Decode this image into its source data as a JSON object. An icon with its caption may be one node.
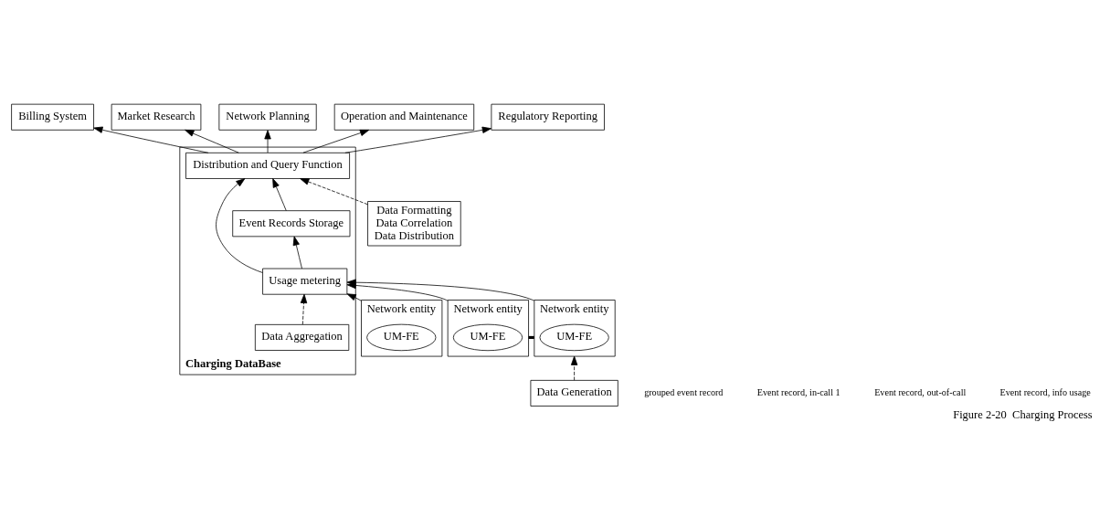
{
  "diagram": {
    "caption": "Figure 2-20  Charging Process",
    "nodes": [
      {
        "text": [
          "Billing System"
        ]
      },
      {
        "text": [
          "Market Research"
        ]
      },
      {
        "text": [
          "Network Planning"
        ]
      },
      {
        "text": [
          "Operation and Maintenance"
        ]
      },
      {
        "text": [
          "Regulatory Reporting"
        ]
      },
      {
        "text": [
          "Charging DataBase"
        ]
      },
      {
        "text": [
          "Distribution and Query Function"
        ],
        "in": 5
      },
      {
        "text": [
          "Data Formatting",
          "Data Correlation",
          "Data Distribution"
        ]
      },
      {
        "text": [
          "Event Records Storage"
        ],
        "in": 5
      },
      {
        "text": [
          "Usage metering"
        ],
        "in": 5
      },
      {
        "text": [
          "Data Aggregation"
        ],
        "in": 5
      },
      {
        "text": [
          "Network entity"
        ]
      },
      {
        "text": [
          "UM-FE"
        ],
        "in": 11
      },
      {
        "text": [
          "Network entity"
        ]
      },
      {
        "text": [
          "UM-FE"
        ],
        "in": 13
      },
      {
        "text": [
          "Network entity"
        ]
      },
      {
        "text": [
          "UM-FE"
        ],
        "in": 15
      },
      {
        "text": [
          "Data Generation"
        ]
      }
    ],
    "edges": [
      {
        "from": 6,
        "to": 0,
        "arrow": "to"
      },
      {
        "from": 6,
        "to": 1,
        "arrow": "to"
      },
      {
        "from": 6,
        "to": 2,
        "arrow": "to"
      },
      {
        "from": 6,
        "to": 3,
        "arrow": "to"
      },
      {
        "from": 6,
        "to": 4,
        "arrow": "to"
      },
      {
        "from": 7,
        "to": 6,
        "arrow": "to",
        "style": "dashed"
      },
      {
        "from": 8,
        "to": 6,
        "arrow": "to"
      },
      {
        "from": 9,
        "to": 8,
        "arrow": "to"
      },
      {
        "from": 9,
        "to": 6,
        "arrow": "to"
      },
      {
        "from": 10,
        "to": 9,
        "arrow": "to",
        "style": "dashed"
      },
      {
        "from": 11,
        "to": 9,
        "arrow": "to"
      },
      {
        "from": 13,
        "to": 9,
        "arrow": "to"
      },
      {
        "from": 15,
        "to": 9,
        "arrow": "to"
      },
      {
        "from": 13,
        "to": 15,
        "arrow": "none",
        "style": "thick"
      },
      {
        "from": 17,
        "to": 15,
        "arrow": "to",
        "style": "dashed"
      }
    ],
    "labels": [
      "grouped event record",
      "Event record, in-call 1",
      "Event record, out-of-call",
      "Event record, info usage"
    ]
  }
}
